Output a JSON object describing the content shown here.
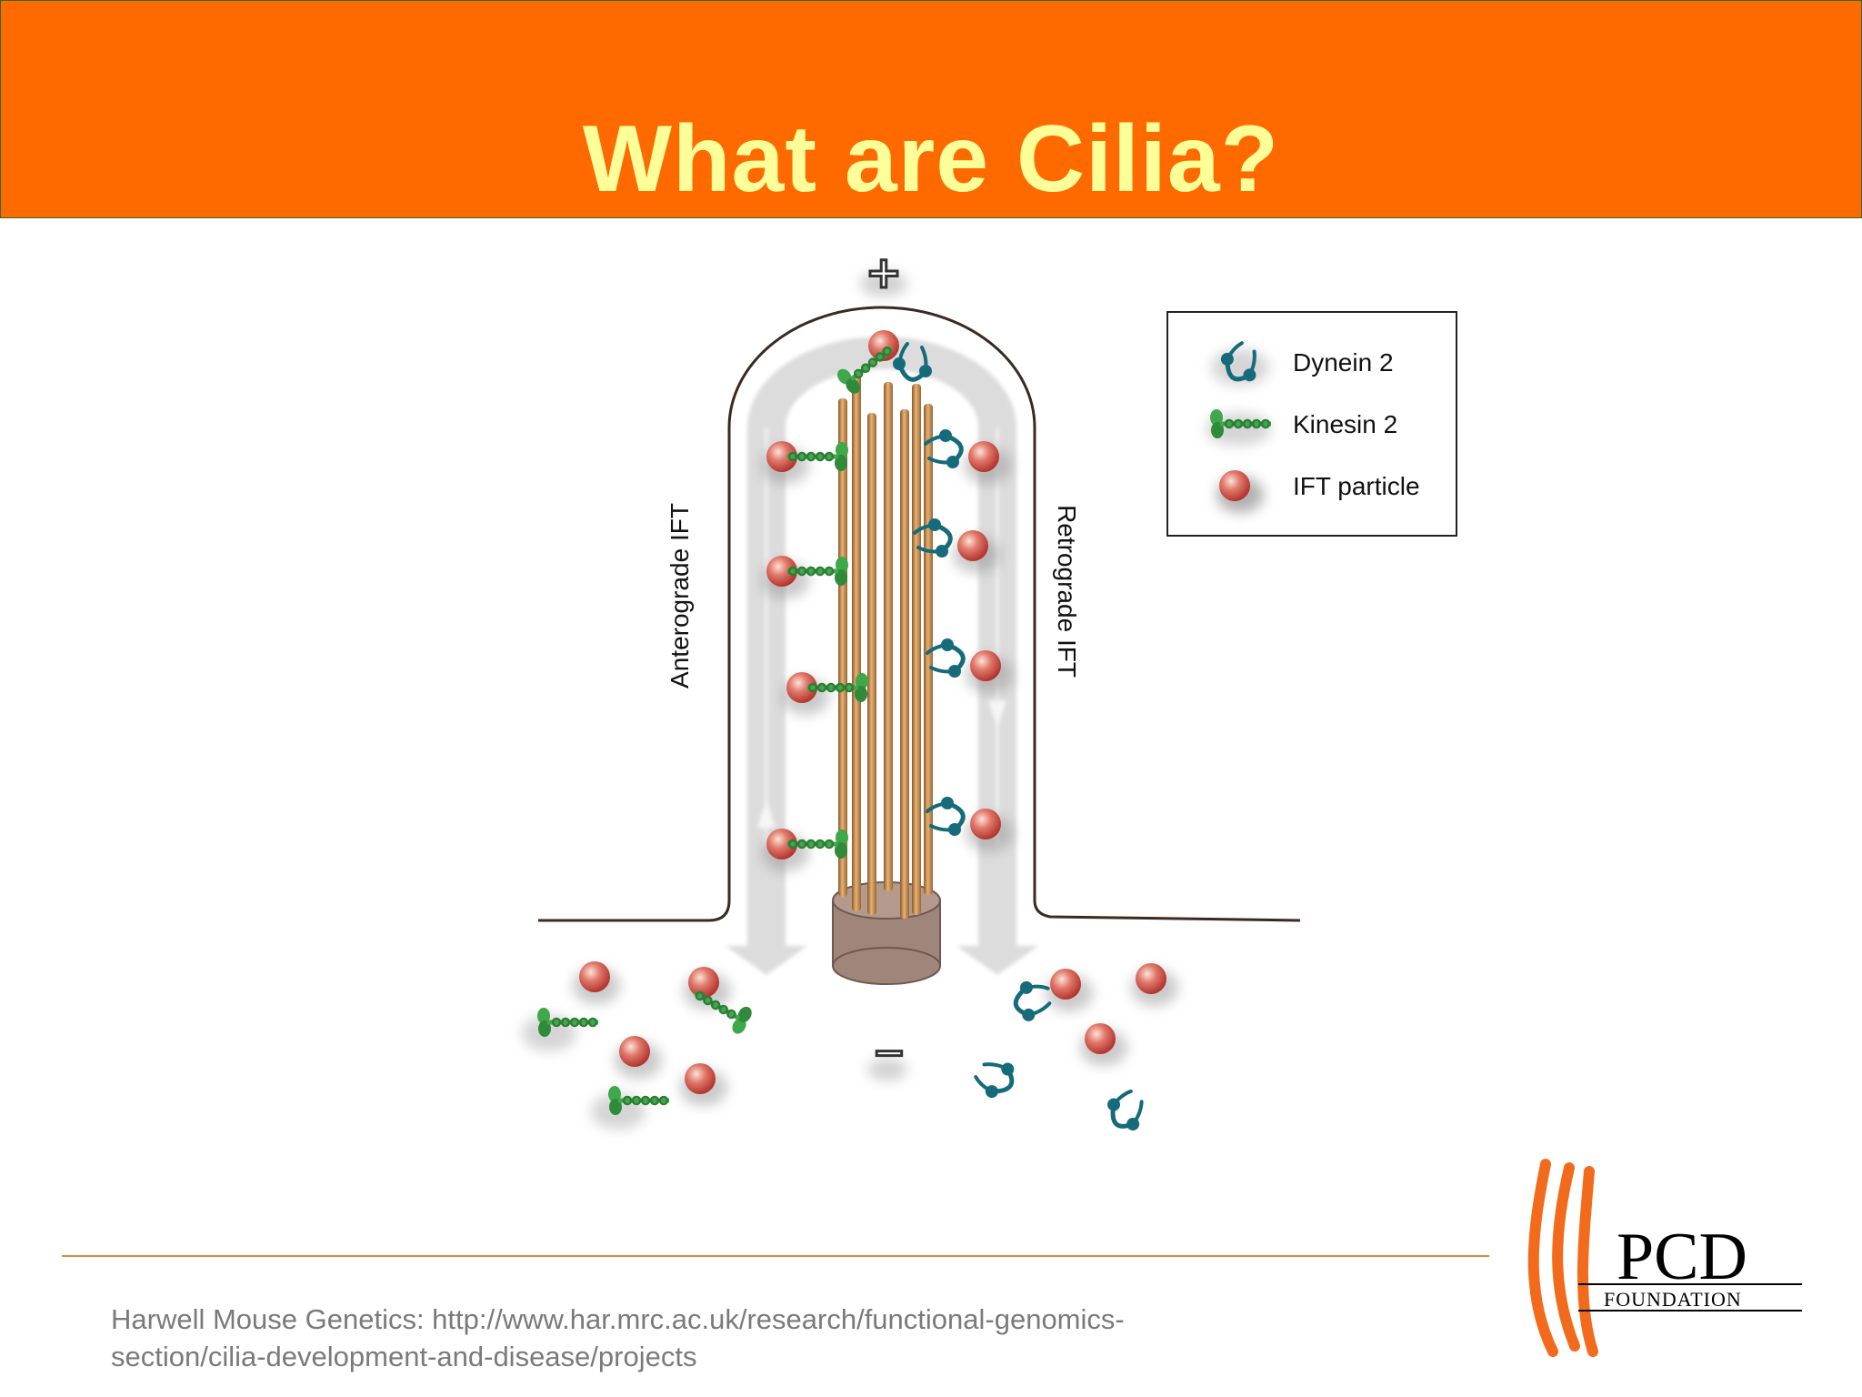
{
  "slide": {
    "title": "What are Cilia?"
  },
  "diagram": {
    "plus_symbol": "+",
    "minus_symbol": "−",
    "left_label": "Anterograde IFT",
    "right_label": "Retrograde IFT",
    "colors": {
      "microtubule": "#d49a5a",
      "basal_body": "#a0867a",
      "ift_particle": "#d24a44",
      "kinesin": "#3fa84a",
      "dynein": "#156b7a",
      "membrane": "#3a2a20",
      "flow_arrow": "#d6d6d6"
    },
    "legend": {
      "items": [
        {
          "label": "Dynein 2",
          "icon": "dynein-icon"
        },
        {
          "label": "Kinesin 2",
          "icon": "kinesin-icon"
        },
        {
          "label": "IFT particle",
          "icon": "ift-particle-icon"
        }
      ]
    }
  },
  "footer": {
    "citation_line1": "Harwell Mouse Genetics: http://www.har.mrc.ac.uk/research/functional-genomics-",
    "citation_line2": "section/cilia-development-and-disease/projects",
    "logo": {
      "name": "PCD",
      "subtitle": "FOUNDATION"
    }
  }
}
